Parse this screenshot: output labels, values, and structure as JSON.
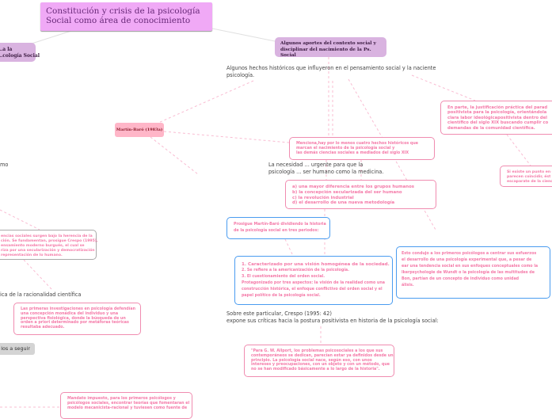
{
  "title": "Constitución y crisis de la psicología Social como área de conocimiento",
  "left_topic": [
    "...a la",
    "...cología Social"
  ],
  "right_topic": "Algunos aportes del contexto social y disciplinar del nacimiento de la Ps. Social",
  "hechos_text": [
    "Algunos hechos históricos que influyeron en el pensamiento social y la naciente",
    "psicología."
  ],
  "martin_baro": "Martín-Baró (1983a)",
  "necesidad_text": [
    "La necesidad ... urgente para que la",
    "psicología ... ser humano como la medicina."
  ],
  "menciona_box": [
    "Menciona,hay por lo menos cuatro hechos históricos que",
    "marcan el nacimiento de la psicología social y",
    "las demás ciencias sociales a mediados del siglo XIX"
  ],
  "hechos_list": [
    "a) una mayor diferencia entre los grupos humanos",
    "b) la concepción secularizada del ser humano",
    "c) la revolución industrial",
    "d) el desarrollo de una nueva metodología"
  ],
  "justificacion_box": [
    "En parte, la justificación práctica del parad",
    "positivista para la psicología, orientándola",
    "clara labor ideológicapositivista dentro del",
    "científico del siglo XIX buscando cumplir co",
    "demandas de la comunidad científica."
  ],
  "punto_box": [
    "Si existe un punto en c",
    "parecen coincidir, ést",
    "escaparate de la cienc"
  ],
  "prosigue_box": [
    "Prosigue Martín-Baró dividiendo la historia",
    "de la psicología social en tres periodos:"
  ],
  "periodos_box": [
    "1. Caracterizado por una visión homogénea de la sociedad.",
    "2. Se refiere a la americanización de la psicología.",
    "3. El cuestionamiento del orden social.",
    "Protagonizado por tres aspectos: la visión de la realidad como una",
    "construcción histórica, el enfoque conflictivo del orden social y el",
    "papel político de la psicología social."
  ],
  "condujo_box": [
    "Esto condujo a los primeros psicólogos a centrar sus esfuerzos",
    "el desarrollo de una psicología experimental que, a pesar de",
    "ear una tendencia social en sus enfoques conceptuales como la",
    "lkerpsychologie de Wundt o la psicología de las multitudes de",
    "Bon, partían de un concepto de individuo como unidad",
    "álisis."
  ],
  "crespo_text": [
    "Sobre este particular, Crespo (1995: 42)",
    "expone sus críticas hacia la postura positivista en historia de la psicología social:"
  ],
  "allport_box": [
    "\"Para G. W. Allport, los problemas psicosociales a los que sus",
    "contemporáneos se dedican, parecían estar ya definidos desde un",
    "principio. La psicología social nace, según eso, con unos",
    "intereses y preocupaciones, con un objeto y con un método, que",
    "no se han modificado básicamente a lo largo de la historia\"."
  ],
  "mo_text": "mo",
  "ciencias_box": [
    "encias sociales surgen bajo la herencia de la",
    "ción. Se fundamentan, prosigue Crespo (1995),",
    "ensamiento moderno burgués, el cual se",
    "riza por una secularización y democratización",
    "representación de lo humano."
  ],
  "racionalidad_text": "ica de la racionalidad científica",
  "investigaciones_box": [
    "Las primeras investigaciones en psicología defendían",
    "una concepción monádica del individuo y una",
    "perspectiva fisiológica, donde la búsqueda de un",
    "orden a priori determinado por metáforas teóricas",
    "resultaba adecuado."
  ],
  "modelos_pill": "los a seguir",
  "mandato_box": [
    "Mandato impuesto, para los primeros psicólogos y",
    "psicólogos sociales, encontrar teorías que fomentaran el",
    "modelo mecanicista-racional y tuviesen como fuente de"
  ],
  "colors": {
    "title_bg": "#f0a9f6",
    "topic_bg": "#d9b3e0",
    "pink_border": "#f08cb0",
    "blue_border": "#4a9cf0",
    "text_pink": "#f47aa8"
  }
}
